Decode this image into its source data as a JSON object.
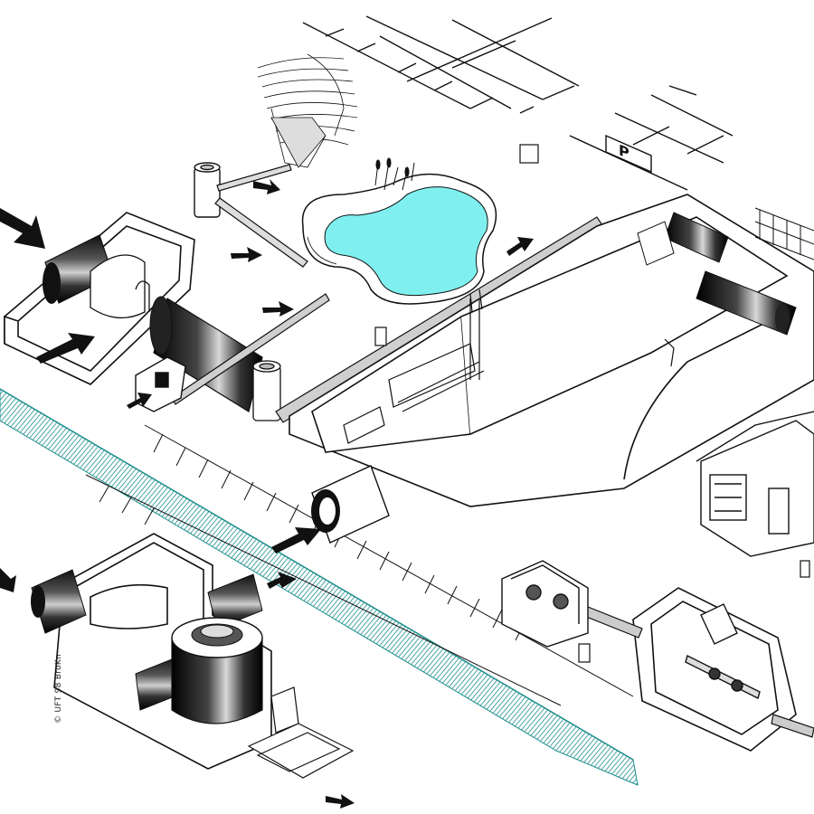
{
  "credit": "© UFT 98 BroKn",
  "sign_label": "P",
  "colors": {
    "water": "#7ff0ef",
    "channel": "#2aa3a0",
    "ink": "#111111",
    "paper": "#ffffff"
  },
  "icons": [
    "inflow-arrow",
    "outflow-arrow",
    "flow-arrow"
  ]
}
